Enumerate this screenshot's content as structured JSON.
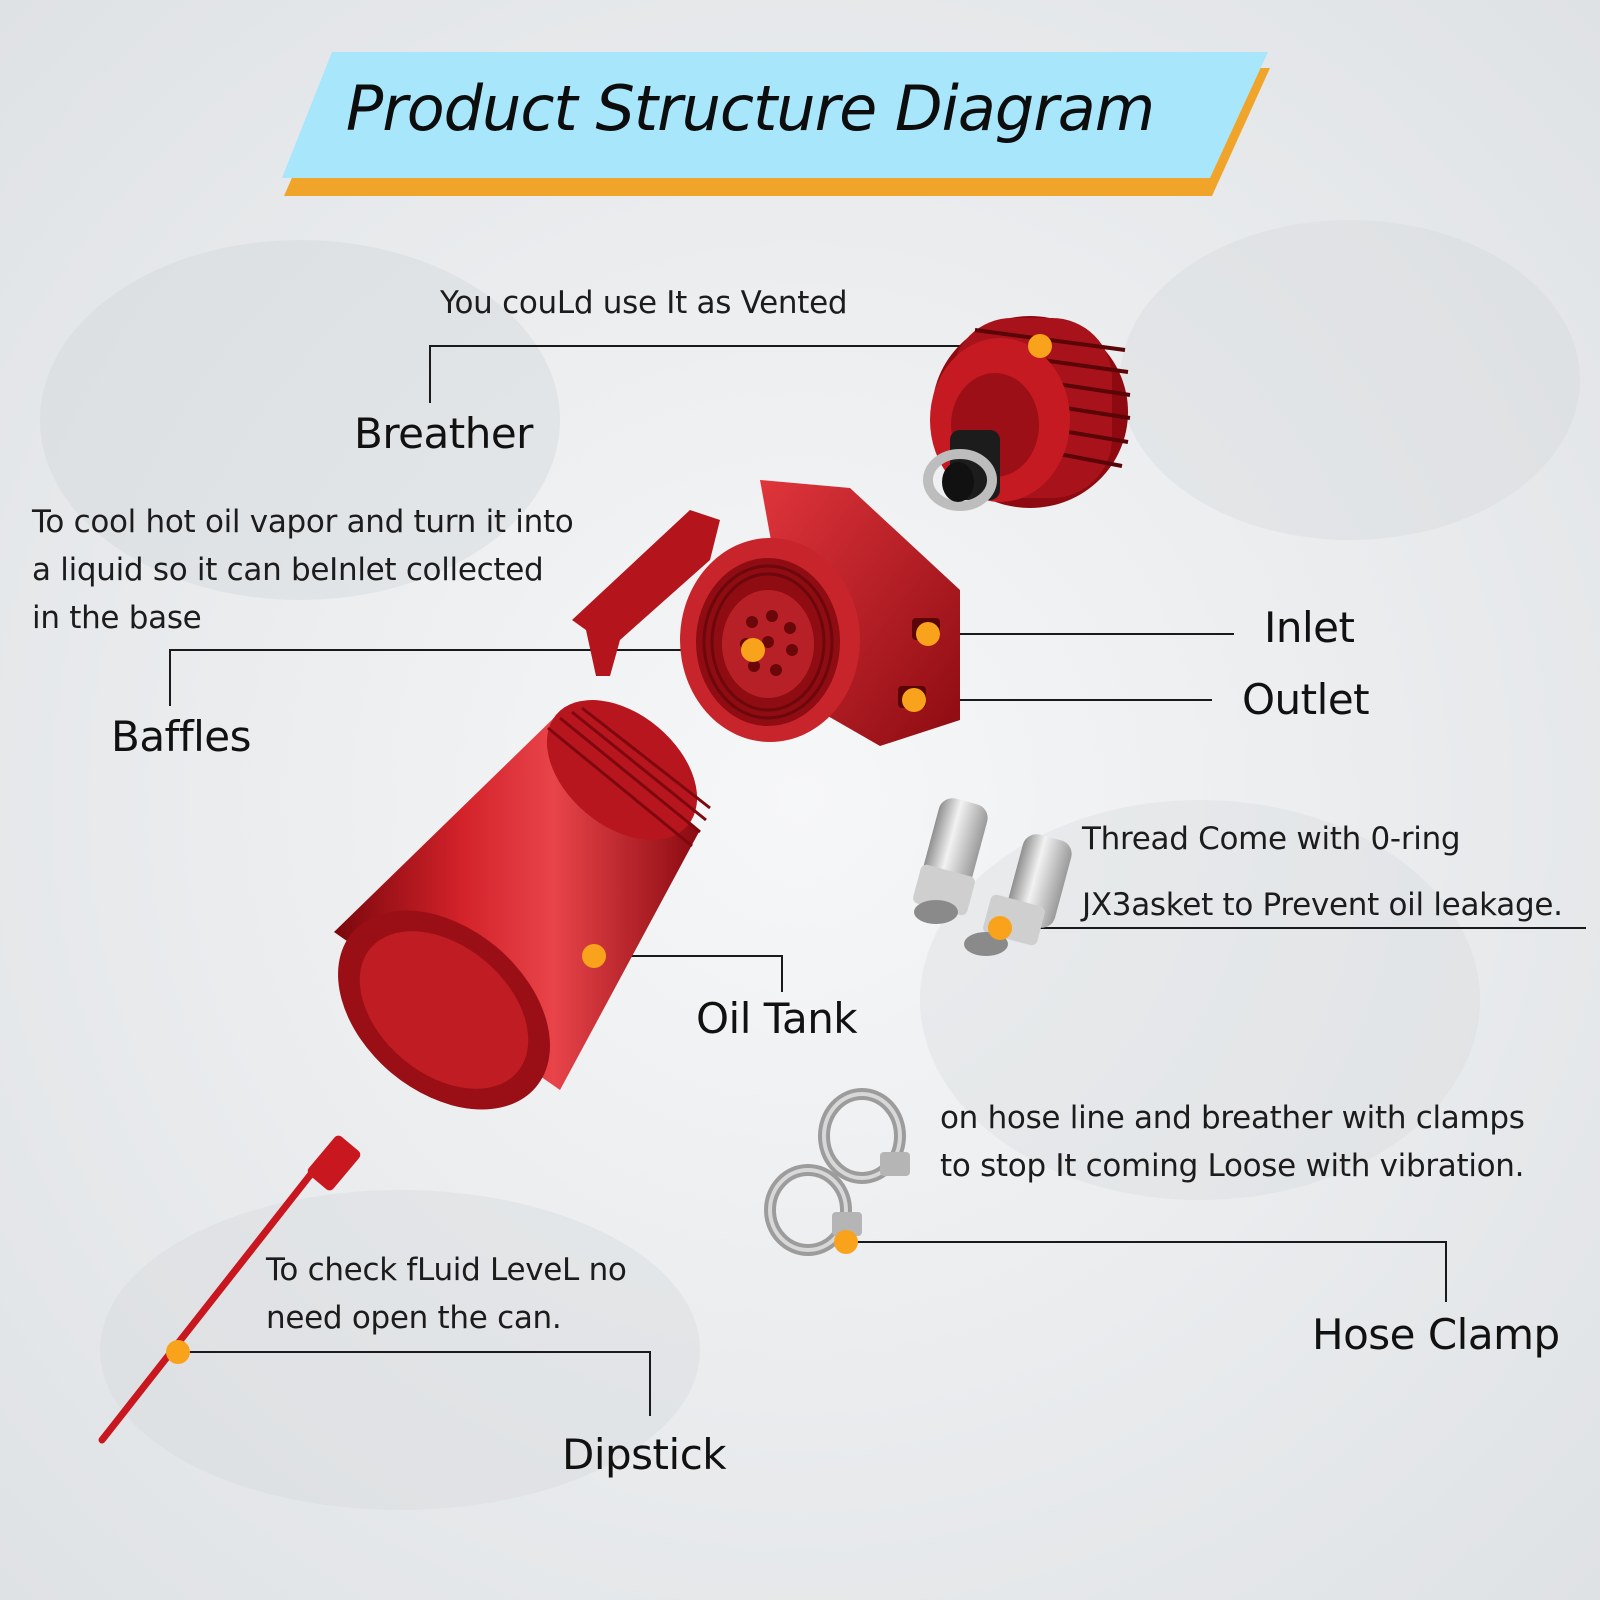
{
  "title": "Product Structure Diagram",
  "colors": {
    "banner_fill": "#a7e6fb",
    "banner_shadow": "#f0a52a",
    "marker": "#f9a21b",
    "part_red": "#c4141c",
    "leader_line": "#1a1a1a",
    "background": "#eef0f2"
  },
  "labels": {
    "breather_desc": "You couLd use It as Vented",
    "breather": "Breather",
    "baffles_desc": [
      "To cool hot oil vapor and turn it into",
      "a liquid so it can beInlet collected",
      "in the base"
    ],
    "baffles": "Baffles",
    "inlet": "Inlet",
    "outlet": "Outlet",
    "fitting_desc": [
      "Thread Come with 0-ring",
      "JX3asket to Prevent oil leakage."
    ],
    "oil_tank": "Oil Tank",
    "clamp_desc": [
      "on hose line and breather with clamps",
      "to stop It coming Loose with vibration."
    ],
    "hose_clamp": "Hose Clamp",
    "dipstick_desc": [
      "To check fLuid LeveL no",
      "need open the can."
    ],
    "dipstick": "Dipstick"
  }
}
